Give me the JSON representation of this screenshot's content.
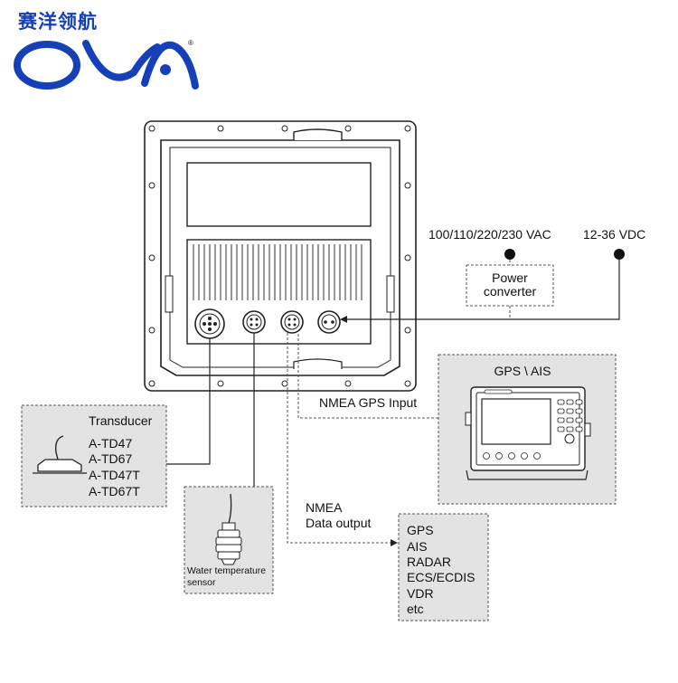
{
  "brand": {
    "name_cn": "赛洋领航",
    "logo_text": "OVA",
    "registered_mark": "®",
    "color": "#1540b8"
  },
  "power": {
    "ac_label": "100/110/220/230 VAC",
    "dc_label": "12-36 VDC",
    "converter_label_line1": "Power",
    "converter_label_line2": "converter"
  },
  "nmea_input": {
    "label": "NMEA GPS Input"
  },
  "nmea_output": {
    "label_line1": "NMEA",
    "label_line2": "Data output"
  },
  "gps_ais": {
    "title": "GPS \\ AIS"
  },
  "transducer": {
    "title": "Transducer",
    "models": [
      "A-TD47",
      "A-TD67",
      "A-TD47T",
      "A-TD67T"
    ]
  },
  "water_sensor": {
    "label_line1": "Water temperature",
    "label_line2": "sensor"
  },
  "outputs": {
    "items": [
      "GPS",
      "AIS",
      "RADAR",
      "ECS/ECDIS",
      "VDR",
      "etc"
    ]
  },
  "colors": {
    "panel_fill": "#e3e3e3",
    "line": "#222222",
    "dashed": "#555555"
  }
}
